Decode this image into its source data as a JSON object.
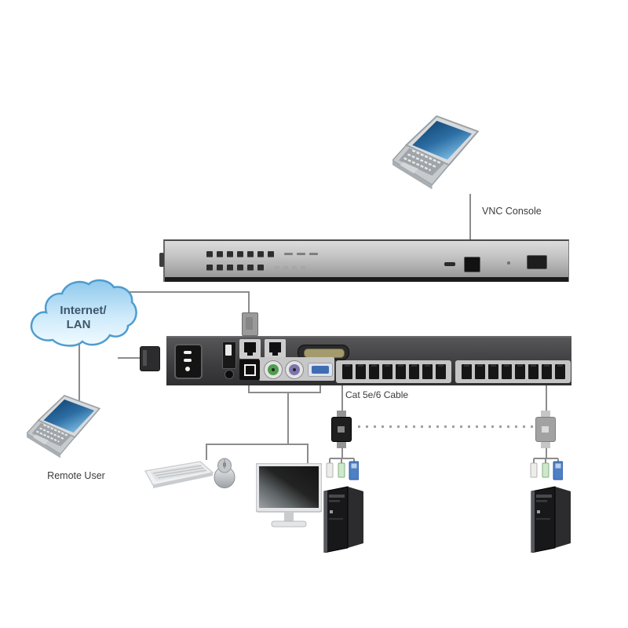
{
  "diagram": {
    "title_hint": "KVM over IP switch installation diagram",
    "labels": {
      "vnc_console": "VNC Console",
      "remote_user": "Remote User",
      "cable": "Cat 5e/6 Cable"
    },
    "cloud": {
      "line1": "Internet/",
      "line2": "LAN"
    },
    "front_panel": {
      "row1_buttons": 7,
      "row1_dashes": 3,
      "row2_buttons": 6,
      "row2_dots": 4
    },
    "rear_panel": {
      "kvm_port_banks": [
        {
          "ports": 8
        },
        {
          "ports": 8
        }
      ]
    },
    "colors": {
      "line": "#8c8c8c",
      "cloud_fill_top": "#8ec8ec",
      "cloud_stroke": "#4e9ccf",
      "vga_blue": "#3f6db3",
      "ps2_green": "#4f9e4f",
      "ps2_purple": "#7f74ae",
      "dongle_left": "#1e1e1e",
      "dongle_right": "#a2a2a2",
      "label_text": "#3b3b3b"
    }
  }
}
